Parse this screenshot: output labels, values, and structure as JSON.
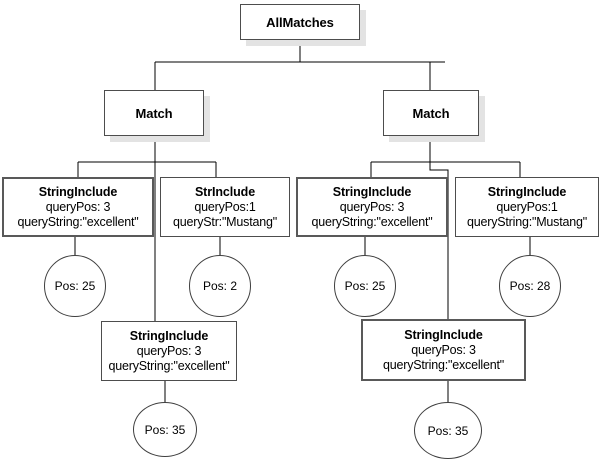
{
  "diagram": {
    "title_node": {
      "label": "AllMatches"
    },
    "match_nodes": [
      {
        "label": "Match"
      },
      {
        "label": "Match"
      }
    ],
    "condition_nodes": [
      {
        "title": "StringInclude",
        "line1": "queryPos: 3",
        "line2": "queryString:\"excellent\""
      },
      {
        "title": "StrInclude",
        "line1": "queryPos:1",
        "line2": "queryStr:\"Mustang\""
      },
      {
        "title": "StringInclude",
        "line1": "queryPos: 3",
        "line2": "queryString:\"excellent\""
      },
      {
        "title": "StringInclude",
        "line1": "queryPos:1",
        "line2": "queryString:\"Mustang\""
      },
      {
        "title": "StringInclude",
        "line1": "queryPos: 3",
        "line2": "queryString:\"excellent\""
      },
      {
        "title": "StringInclude",
        "line1": "queryPos: 3",
        "line2": "queryString:\"excellent\""
      }
    ],
    "position_leaves": [
      {
        "label": "Pos: 25"
      },
      {
        "label": "Pos: 2"
      },
      {
        "label": "Pos: 25"
      },
      {
        "label": "Pos: 28"
      },
      {
        "label": "Pos: 35"
      },
      {
        "label": "Pos: 35"
      }
    ],
    "colors": {
      "background": "#ffffff",
      "node_border": "#4d4d4d",
      "node_fill": "#ffffff",
      "shadow": "#e3e3e3",
      "edge": "#000000",
      "text": "#000000"
    }
  }
}
